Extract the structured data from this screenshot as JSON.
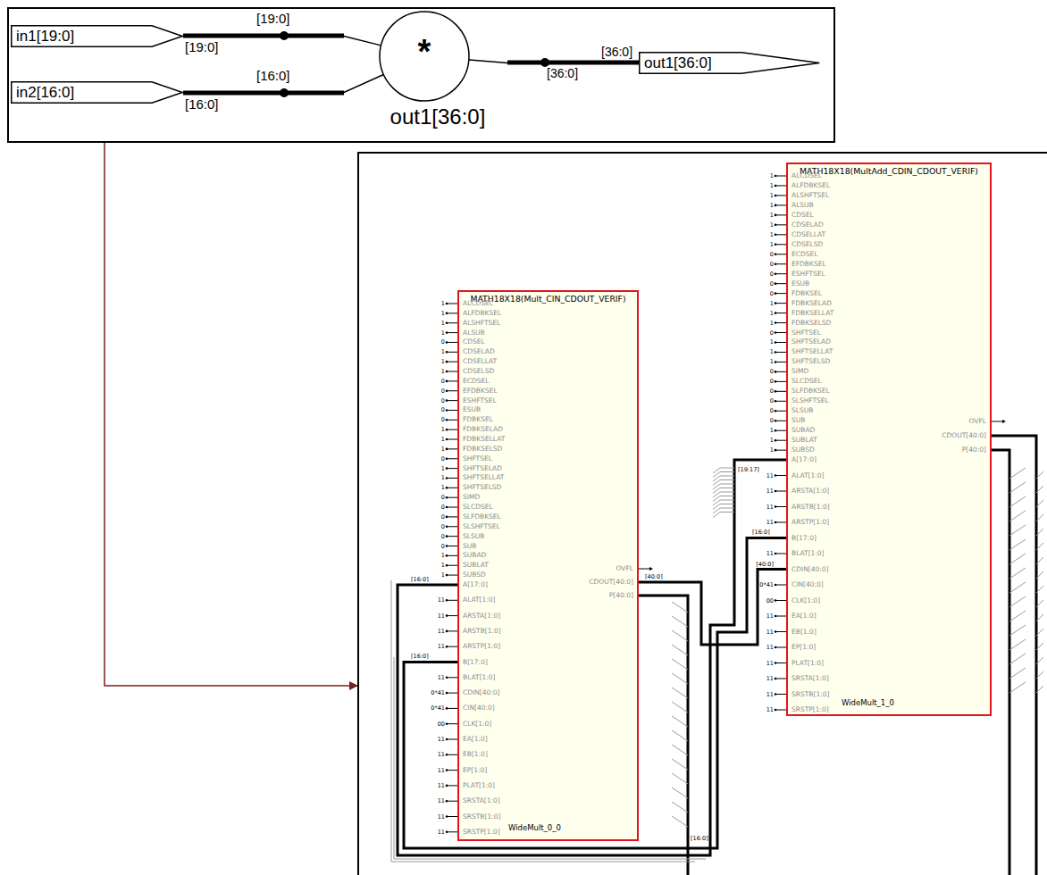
{
  "diagram": {
    "nodes": [
      {
        "text": []
      },
      {
        "text": [
          "in1[19:0]"
        ],
        "in": 0
      },
      {
        "text": [
          "in2[16:0]"
        ],
        "in": 0
      },
      {
        "text": [
          "*",
          "out1[36:0]"
        ],
        "in": 0
      },
      {
        "text": [
          "out1[36:0]"
        ],
        "in": 0
      },
      {
        "text": []
      },
      {
        "text": [
          "MATH18X18(Mult_CIN_CDOUT_VERIF)",
          "ALCDSEL",
          "ALFDBKSEL",
          "ALSHFTSEL",
          "ALSUB",
          "CDSEL",
          "CDSELAD",
          "CDSELLAT",
          "CDSELSD",
          "ECDSEL",
          "EFDBKSEL",
          "ESHFTSEL",
          "ESUB",
          "FDBKSEL",
          "FDBKSELAD",
          "FDBKSELLAT",
          "FDBKSELSD",
          "SHFTSEL",
          "SHFTSELAD",
          "SHFTSELLAT",
          "SHFTSELSD",
          "SIMD",
          "SLCDSEL",
          "SLFDBKSEL",
          "SLSHFTSEL",
          "SLSUB",
          "SUB",
          "SUBAD",
          "SUBLAT",
          "SUBSD",
          "A[17:0]",
          "ALAT[1:0]",
          "ARSTA[1:0]",
          "ARSTB[1:0]",
          "ARSTP[1:0]",
          "B[17:0]",
          "BLAT[1:0]",
          "CDIN[40:0]",
          "CIN[40:0]",
          "CLK[1:0]",
          "EA[1:0]",
          "EB[1:0]",
          "EP[1:0]",
          "PLAT[1:0]",
          "SRSTA[1:0]",
          "SRSTB[1:0]",
          "SRSTP[1:0]",
          "OVFL",
          "CDOUT[40:0]",
          "P[40:0]",
          "WideMult_0_0"
        ],
        "in": 5
      },
      {
        "text": [
          "MATH18X18(MultAdd_CDIN_CDOUT_VERIF)",
          "ALCDSEL",
          "ALFDBKSEL",
          "ALSHFTSEL",
          "ALSUB",
          "CDSEL",
          "CDSELAD",
          "CDSELLAT",
          "CDSELSD",
          "ECDSEL",
          "EFDBKSEL",
          "ESHFTSEL",
          "ESUB",
          "FDBKSEL",
          "FDBKSELAD",
          "FDBKSELLAT",
          "FDBKSELSD",
          "SHFTSEL",
          "SHFTSELAD",
          "SHFTSELLAT",
          "SHFTSELSD",
          "SIMD",
          "SLCDSEL",
          "SLFDBKSEL",
          "SLSHFTSEL",
          "SLSUB",
          "SUB",
          "SUBAD",
          "SUBLAT",
          "SUBSD",
          "A[17:0]",
          "ALAT[1:0]",
          "ARSTA[1:0]",
          "ARSTB[1:0]",
          "ARSTP[1:0]",
          "B[17:0]",
          "BLAT[1:0]",
          "CDIN[40:0]",
          "CIN[40:0]",
          "CLK[1:0]",
          "EA[1:0]",
          "EB[1:0]",
          "EP[1:0]",
          "PLAT[1:0]",
          "SRSTA[1:0]",
          "SRSTB[1:0]",
          "SRSTP[1:0]",
          "OVFL",
          "CDOUT[40:0]",
          "P[40:0]",
          "WideMult_1_0"
        ],
        "in": 5
      }
    ],
    "edges": [
      {
        "from": 1,
        "to": 3,
        "arrow": "none"
      },
      {
        "from": 2,
        "to": 3,
        "arrow": "none"
      },
      {
        "from": 3,
        "to": 4,
        "arrow": "none"
      },
      {
        "from": 0,
        "to": 5,
        "arrow": "to"
      },
      {
        "from": 6,
        "to": 7,
        "arrow": "none"
      }
    ],
    "labels": [
      "[19:0]",
      "[19:0]",
      "[16:0]",
      "[16:0]",
      "[36:0]",
      "[36:0]",
      "1",
      "1",
      "1",
      "1",
      "0",
      "1",
      "1",
      "1",
      "0",
      "0",
      "0",
      "0",
      "0",
      "1",
      "1",
      "1",
      "0",
      "1",
      "1",
      "1",
      "0",
      "0",
      "0",
      "0",
      "0",
      "0",
      "1",
      "1",
      "1",
      "11",
      "11",
      "11",
      "11",
      "11",
      "0*41",
      "0*41",
      "00",
      "11",
      "11",
      "11",
      "11",
      "11",
      "11",
      "11",
      "1",
      "1",
      "1",
      "1",
      "1",
      "1",
      "1",
      "1",
      "0",
      "0",
      "0",
      "0",
      "0",
      "1",
      "1",
      "1",
      "0",
      "1",
      "1",
      "1",
      "0",
      "0",
      "0",
      "0",
      "0",
      "0",
      "1",
      "1",
      "1",
      "11",
      "11",
      "11",
      "11",
      "11",
      "[40:0]",
      "0*41",
      "00",
      "11",
      "11",
      "11",
      "11",
      "11",
      "11",
      "11",
      "[16:0]",
      "[16:0]",
      "[40:0]",
      "[16:0]",
      "[19:17]",
      "[16:0]"
    ]
  }
}
